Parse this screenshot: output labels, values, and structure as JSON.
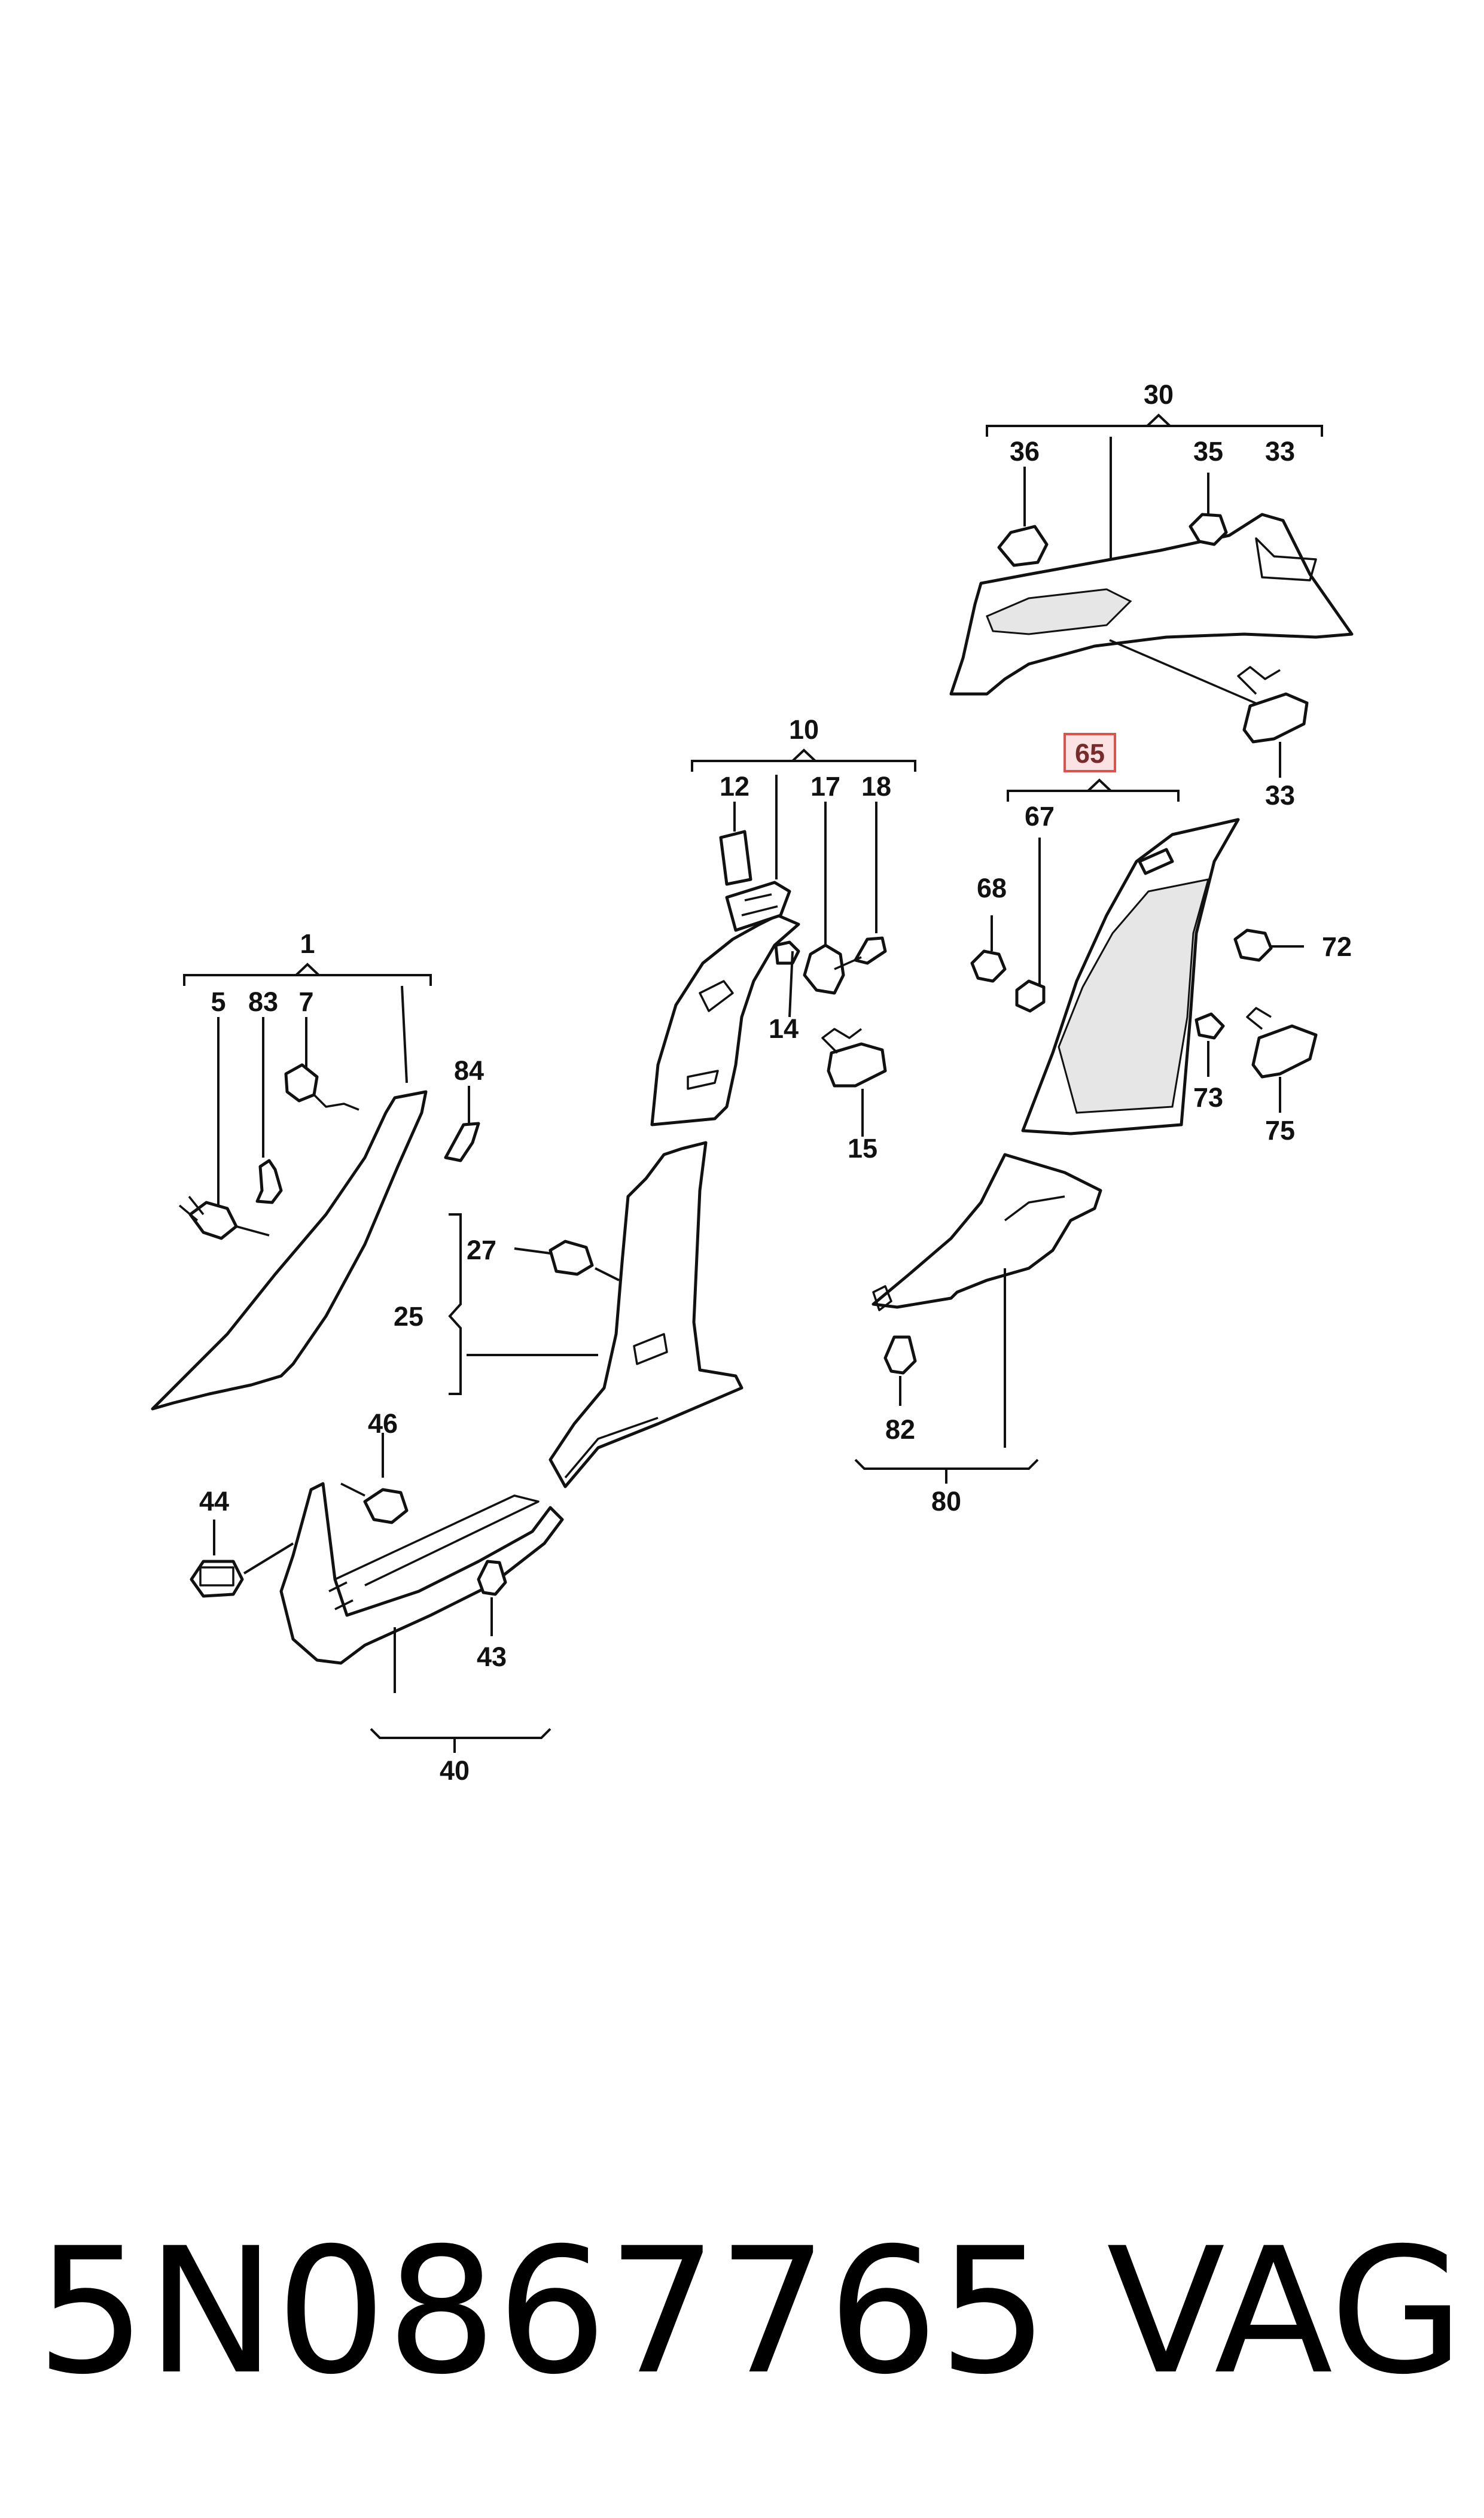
{
  "diagram": {
    "callouts": [
      {
        "id": "c1",
        "text": "1"
      },
      {
        "id": "c5",
        "text": "5"
      },
      {
        "id": "c83",
        "text": "83"
      },
      {
        "id": "c7",
        "text": "7"
      },
      {
        "id": "c84",
        "text": "84"
      },
      {
        "id": "c10",
        "text": "10"
      },
      {
        "id": "c12",
        "text": "12"
      },
      {
        "id": "c17",
        "text": "17"
      },
      {
        "id": "c18",
        "text": "18"
      },
      {
        "id": "c14",
        "text": "14"
      },
      {
        "id": "c15",
        "text": "15"
      },
      {
        "id": "c30",
        "text": "30"
      },
      {
        "id": "c36",
        "text": "36"
      },
      {
        "id": "c35",
        "text": "35"
      },
      {
        "id": "c33a",
        "text": "33"
      },
      {
        "id": "c33b",
        "text": "33"
      },
      {
        "id": "c65",
        "text": "65"
      },
      {
        "id": "c67",
        "text": "67"
      },
      {
        "id": "c68",
        "text": "68"
      },
      {
        "id": "c72",
        "text": "72"
      },
      {
        "id": "c73",
        "text": "73"
      },
      {
        "id": "c75",
        "text": "75"
      },
      {
        "id": "c27",
        "text": "27"
      },
      {
        "id": "c25",
        "text": "25"
      },
      {
        "id": "c82",
        "text": "82"
      },
      {
        "id": "c80",
        "text": "80"
      },
      {
        "id": "c46",
        "text": "46"
      },
      {
        "id": "c44",
        "text": "44"
      },
      {
        "id": "c43",
        "text": "43"
      },
      {
        "id": "c40",
        "text": "40"
      }
    ],
    "highlighted": "65",
    "highlight_color": "#d9534f",
    "highlight_fill": "#fbe3e3",
    "line_color": "#111111"
  },
  "footer": {
    "part_number": "5N0867765",
    "brand": "VAG"
  }
}
